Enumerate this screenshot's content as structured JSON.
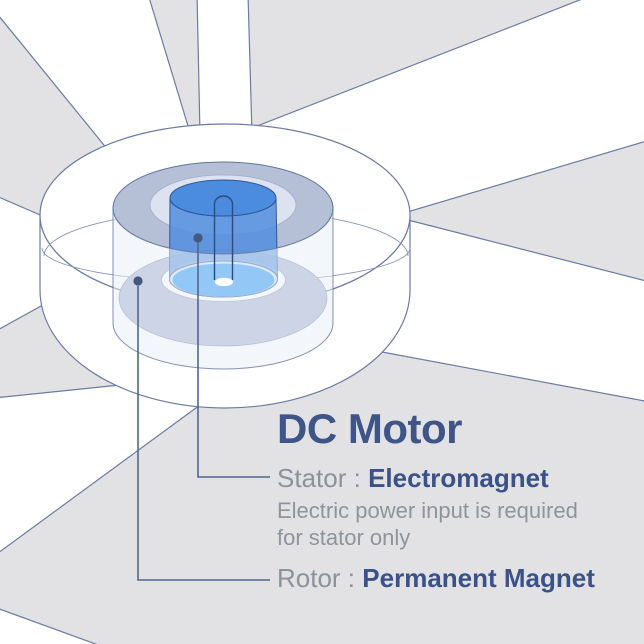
{
  "title": {
    "text": "DC Motor"
  },
  "callouts": {
    "stator": {
      "label": "Stator :",
      "value": "Electromagnet"
    },
    "rotor": {
      "label": "Rotor :",
      "value": "Permanent Magnet"
    }
  },
  "note": {
    "line1": "Electric power input is required",
    "line2": "for stator only"
  },
  "diagram": {
    "subject": "ceiling-fan DC motor cutaway",
    "blade_count": 7,
    "parts": [
      "fan-blades",
      "fan-hub",
      "stator-top-ring",
      "stator-housing",
      "stator-base",
      "rotor-core",
      "rotor-base-disc",
      "motor-shaft",
      "stator-callout-dot",
      "rotor-callout-dot"
    ]
  },
  "colors": {
    "background": "#e2e2e4",
    "blade_white": "#ffffff",
    "outline": "#6b7ca3",
    "stator_ring": "#b5bfd5",
    "stator_ring_inner": "#dce2f0",
    "stator_base": "#a9b4cf",
    "stator_housing": "#e9eef8",
    "rotor_top": "#4c8cde",
    "rotor_wall": "#5590de",
    "rotor_rim_light": "#c9e2f9",
    "rotor_disc": "#2b9af3",
    "white_ring": "#ffffff",
    "shaft_outline": "#2c4a7a",
    "callout_line": "#53658f",
    "callout_dot": "#44577d",
    "title_text": "#3f5588",
    "value_text": "#3a5189",
    "label_gray": "#8d929a",
    "note_gray": "#8f949b"
  }
}
